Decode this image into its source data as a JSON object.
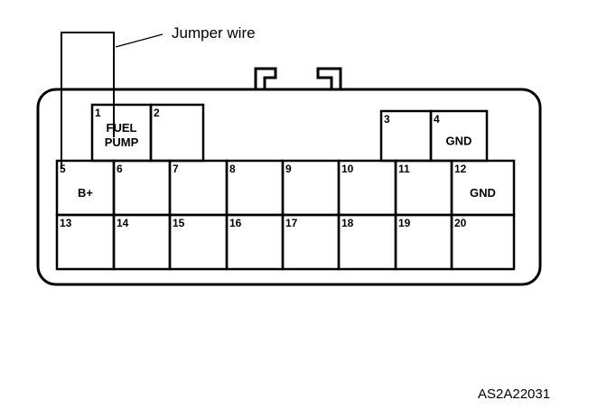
{
  "callout": {
    "jumper_label": "Jumper wire"
  },
  "pins": [
    {
      "num": "1",
      "text": [
        "FUEL",
        "PUMP"
      ]
    },
    {
      "num": "2",
      "text": []
    },
    {
      "num": "3",
      "text": []
    },
    {
      "num": "4",
      "text": [
        "GND"
      ]
    },
    {
      "num": "5",
      "text": [
        "B+"
      ]
    },
    {
      "num": "6",
      "text": []
    },
    {
      "num": "7",
      "text": []
    },
    {
      "num": "8",
      "text": []
    },
    {
      "num": "9",
      "text": []
    },
    {
      "num": "10",
      "text": []
    },
    {
      "num": "11",
      "text": []
    },
    {
      "num": "12",
      "text": [
        "GND"
      ]
    },
    {
      "num": "13",
      "text": []
    },
    {
      "num": "14",
      "text": []
    },
    {
      "num": "15",
      "text": []
    },
    {
      "num": "16",
      "text": []
    },
    {
      "num": "17",
      "text": []
    },
    {
      "num": "18",
      "text": []
    },
    {
      "num": "19",
      "text": []
    },
    {
      "num": "20",
      "text": []
    }
  ],
  "figure_id": "AS2A22031"
}
